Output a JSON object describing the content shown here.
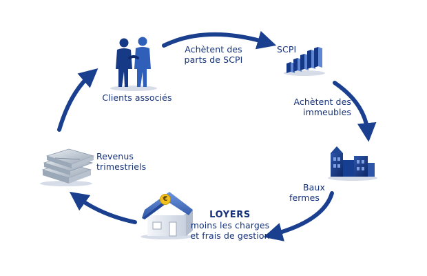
{
  "colors": {
    "primary": "#1b3f8f",
    "dark": "#0f2a6b",
    "light": "#5f86d3",
    "text": "#14317a",
    "house_roof": "#3b66b8",
    "coin": "#f3c11b"
  },
  "icons": {
    "handshake": "handshake-icon",
    "scpi": "bar-chart-icon",
    "buildings": "buildings-icon",
    "house": "house-icon",
    "money": "banknotes-icon"
  },
  "nodes": {
    "clients": {
      "label": "Clients associés"
    },
    "scpi": {
      "label": "SCPI"
    },
    "loyers": {
      "title": "LOYERS",
      "line1": "moins les charges",
      "line2": "et frais de gestion"
    },
    "revenus": {
      "line1": "Revenus",
      "line2": "trimestriels"
    }
  },
  "arrows": {
    "buy_shares": {
      "line1": "Achètent des",
      "line2": "parts de SCPI"
    },
    "buy_buildings": {
      "line1": "Achètent des",
      "line2": "immeubles"
    },
    "leases": {
      "line1": "Baux",
      "line2": "fermes"
    }
  },
  "coin_symbol": "€"
}
